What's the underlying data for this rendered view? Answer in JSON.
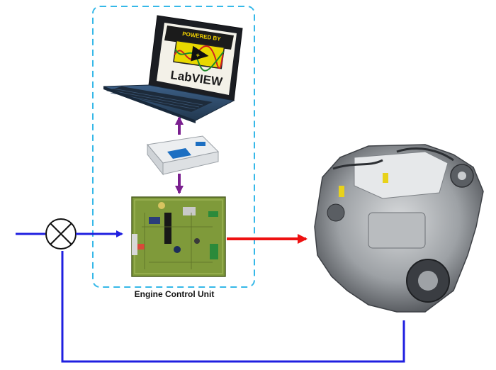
{
  "labels": {
    "ecu_caption": "Engine Control Unit"
  },
  "laptop_screen": {
    "banner": "POWERED BY",
    "logo_text": "LabVIEW"
  },
  "colors": {
    "feedback_line": "#1f1fe0",
    "output_arrow": "#ee1111",
    "daq_link": "#7a1f8f",
    "ecu_boundary": "#35b8e8",
    "pcb_green": "#7f9a3a"
  }
}
